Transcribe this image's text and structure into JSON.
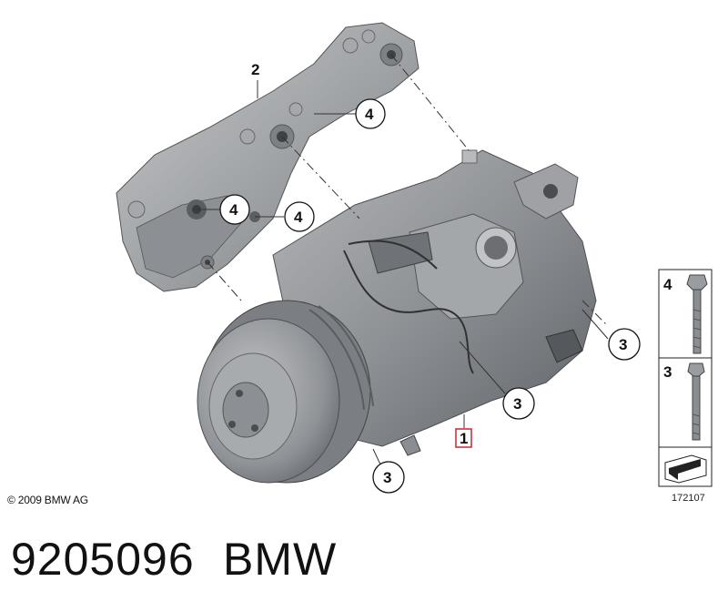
{
  "callouts": {
    "c2": "2",
    "c4a": "4",
    "c4b": "4",
    "c4c": "4",
    "c3a": "3",
    "c3b": "3",
    "c3c": "3",
    "c1": "1"
  },
  "legend": {
    "bolt_long_label": "4",
    "bolt_short_label": "3"
  },
  "copyright": "© 2009 BMW AG",
  "drawing_number": "172107",
  "part_number": "9205096",
  "brand": "BMW",
  "colors": {
    "highlight_box": "#c8262c",
    "part_gray": "#8f9194",
    "part_dark": "#5d6064"
  }
}
